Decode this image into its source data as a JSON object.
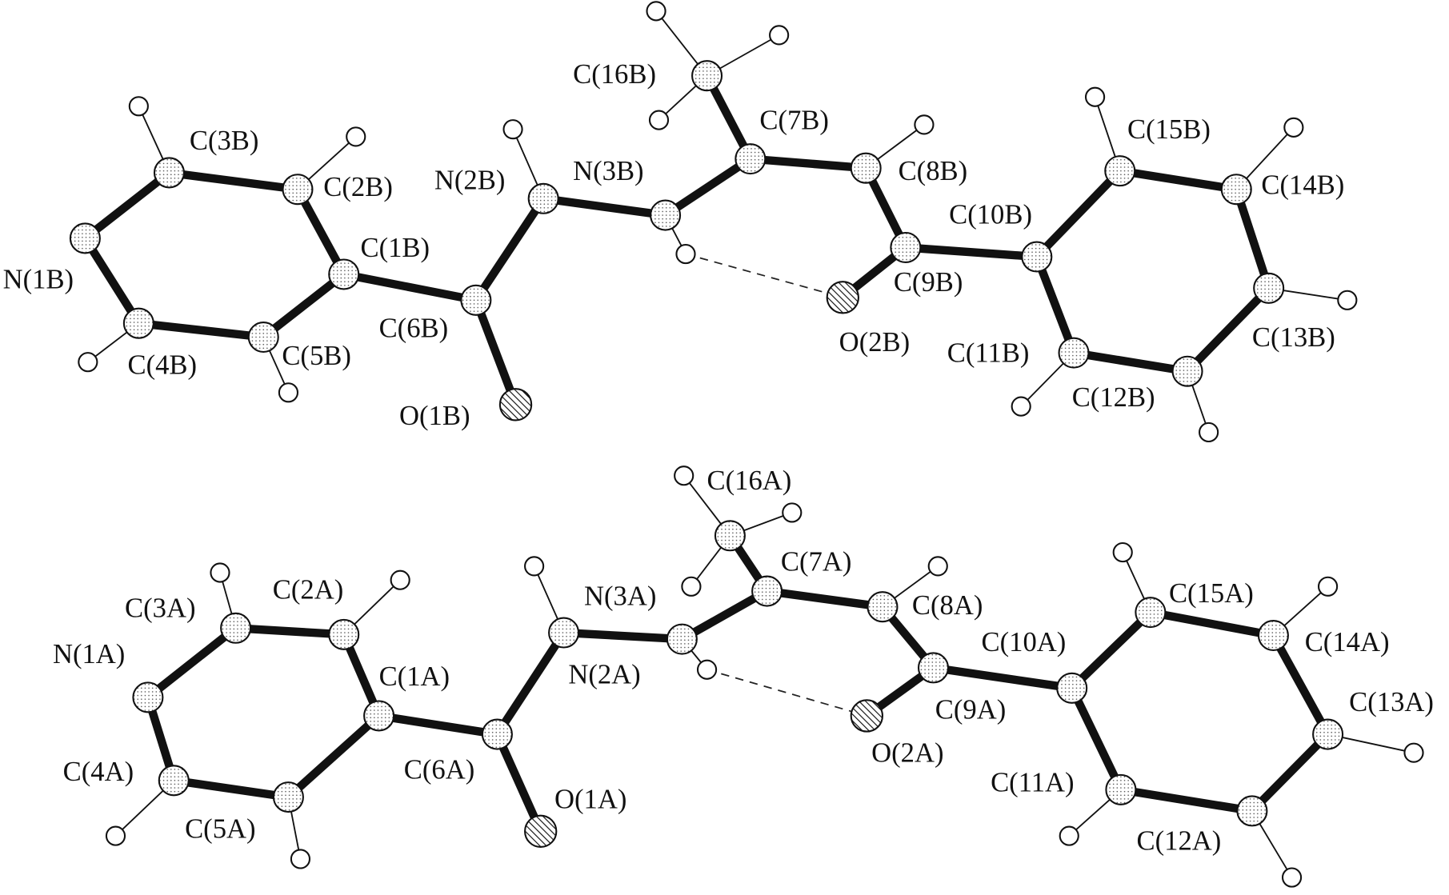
{
  "figure": {
    "molecules": [
      "B",
      "A"
    ],
    "labels": {
      "C16B": "C(16B)",
      "C3B": "C(3B)",
      "C2B": "C(2B)",
      "C1B": "C(1B)",
      "N1B": "N(1B)",
      "C4B": "C(4B)",
      "C5B": "C(5B)",
      "C6B": "C(6B)",
      "O1B": "O(1B)",
      "N2B": "N(2B)",
      "N3B": "N(3B)",
      "C7B": "C(7B)",
      "C8B": "C(8B)",
      "C10B": "C(10B)",
      "C9B": "C(9B)",
      "O2B": "O(2B)",
      "C15B": "C(15B)",
      "C14B": "C(14B)",
      "C13B": "C(13B)",
      "C11B": "C(11B)",
      "C12B": "C(12B)",
      "C16A": "C(16A)",
      "C3A": "C(3A)",
      "C2A": "C(2A)",
      "C7A": "C(7A)",
      "N3A": "N(3A)",
      "C8A": "C(8A)",
      "C15A": "C(15A)",
      "C14A": "C(14A)",
      "N1A": "N(1A)",
      "C1A": "C(1A)",
      "N2A": "N(2A)",
      "C10A": "C(10A)",
      "C13A": "C(13A)",
      "C9A": "C(9A)",
      "O2A": "O(2A)",
      "C4A": "C(4A)",
      "C6A": "C(6A)",
      "O1A": "O(1A)",
      "C11A": "C(11A)",
      "C5A": "C(5A)",
      "C12A": "C(12A)"
    }
  }
}
